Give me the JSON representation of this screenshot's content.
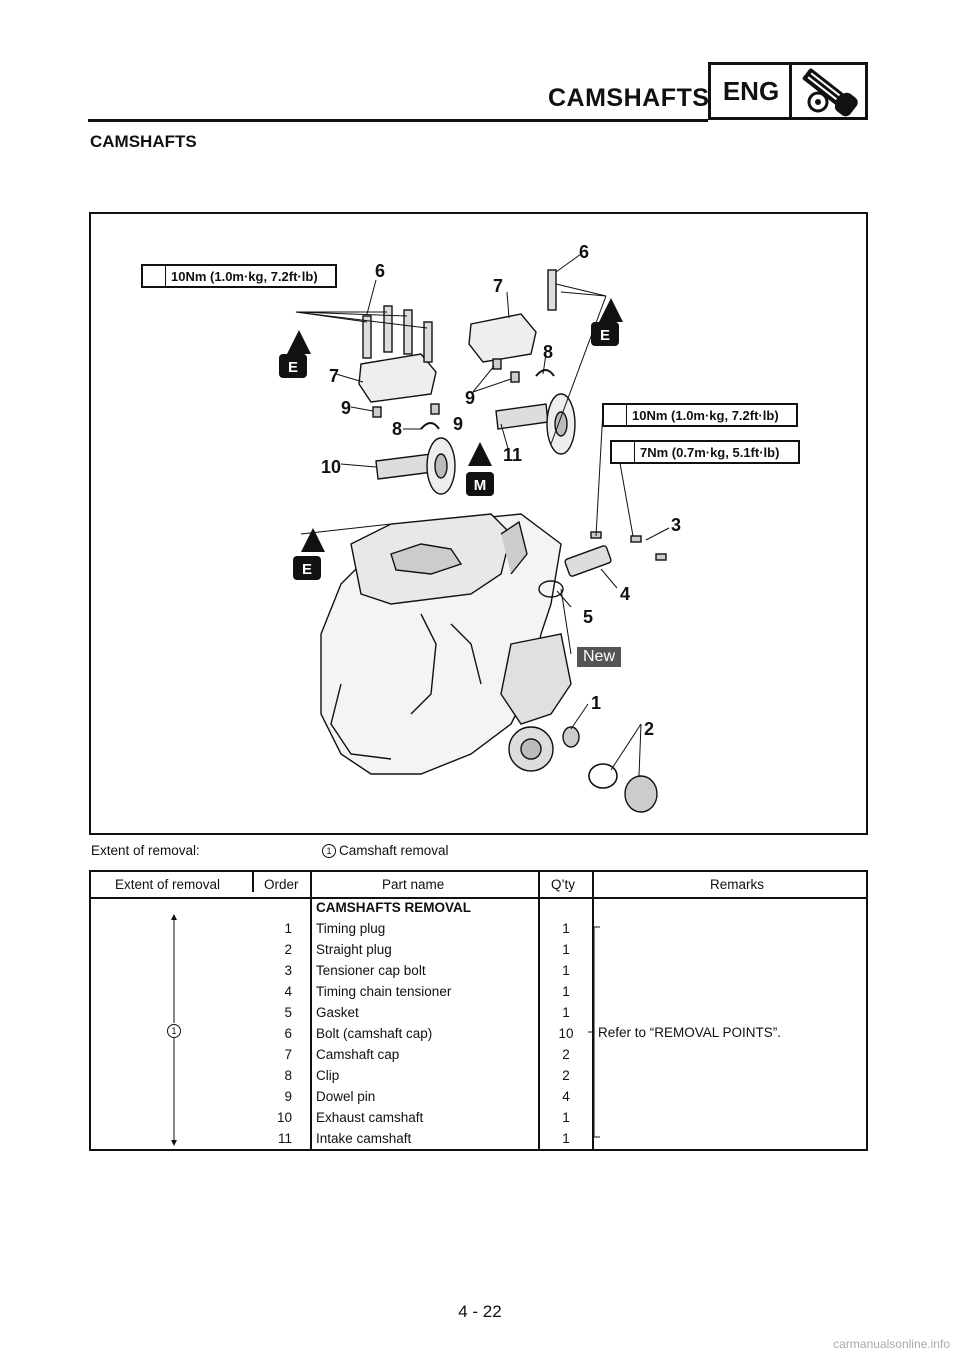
{
  "header": {
    "title": "CAMSHAFTS",
    "section_code": "ENG",
    "icon": "wrench-icon"
  },
  "section_title": "CAMSHAFTS",
  "figure": {
    "callouts": [
      "1",
      "2",
      "3",
      "4",
      "5",
      "6",
      "6",
      "7",
      "7",
      "8",
      "8",
      "9",
      "9",
      "9",
      "10",
      "11"
    ],
    "torque_specs": [
      "10Nm (1.0m·kg, 7.2ft·lb)",
      "10Nm (1.0m·kg, 7.2ft·lb)",
      "7Nm (0.7m·kg, 5.1ft·lb)"
    ],
    "lube_marks": [
      "E",
      "E",
      "E",
      "M"
    ],
    "new_tag": "New"
  },
  "extent": {
    "label": "Extent of removal:",
    "marker": "1",
    "value": "Camshaft removal"
  },
  "table": {
    "headers": [
      "Extent of removal",
      "Order",
      "Part name",
      "Q’ty",
      "Remarks"
    ],
    "group_title": "CAMSHAFTS REMOVAL",
    "extent_marker": "1",
    "rows": [
      {
        "order": "1",
        "part": "Timing plug",
        "qty": "1"
      },
      {
        "order": "2",
        "part": "Straight plug",
        "qty": "1"
      },
      {
        "order": "3",
        "part": "Tensioner cap bolt",
        "qty": "1"
      },
      {
        "order": "4",
        "part": "Timing chain tensioner",
        "qty": "1"
      },
      {
        "order": "5",
        "part": "Gasket",
        "qty": "1"
      },
      {
        "order": "6",
        "part": "Bolt (camshaft cap)",
        "qty": "10"
      },
      {
        "order": "7",
        "part": "Camshaft cap",
        "qty": "2"
      },
      {
        "order": "8",
        "part": "Clip",
        "qty": "2"
      },
      {
        "order": "9",
        "part": "Dowel pin",
        "qty": "4"
      },
      {
        "order": "10",
        "part": "Exhaust camshaft",
        "qty": "1"
      },
      {
        "order": "11",
        "part": "Intake camshaft",
        "qty": "1"
      }
    ],
    "remark": "Refer to “REMOVAL POINTS”."
  },
  "page_number": "4 - 22",
  "watermark": "carmanualsonline.info"
}
